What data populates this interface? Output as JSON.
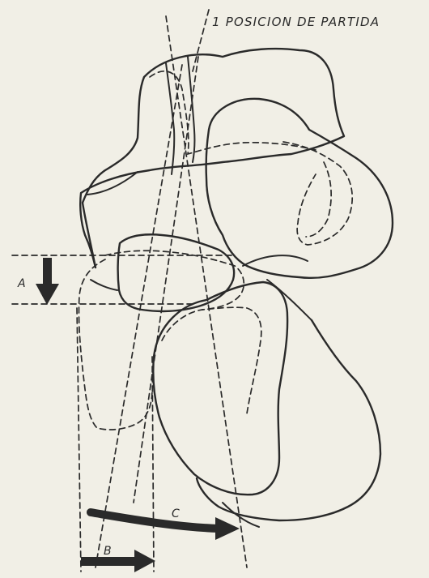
{
  "figure": {
    "heading_label": "1 POSICION DE PARTIDA",
    "label_a": "A",
    "label_b": "B",
    "label_c": "C"
  },
  "colors": {
    "paper": "#f1efe6",
    "ink": "#2a2a2a"
  }
}
